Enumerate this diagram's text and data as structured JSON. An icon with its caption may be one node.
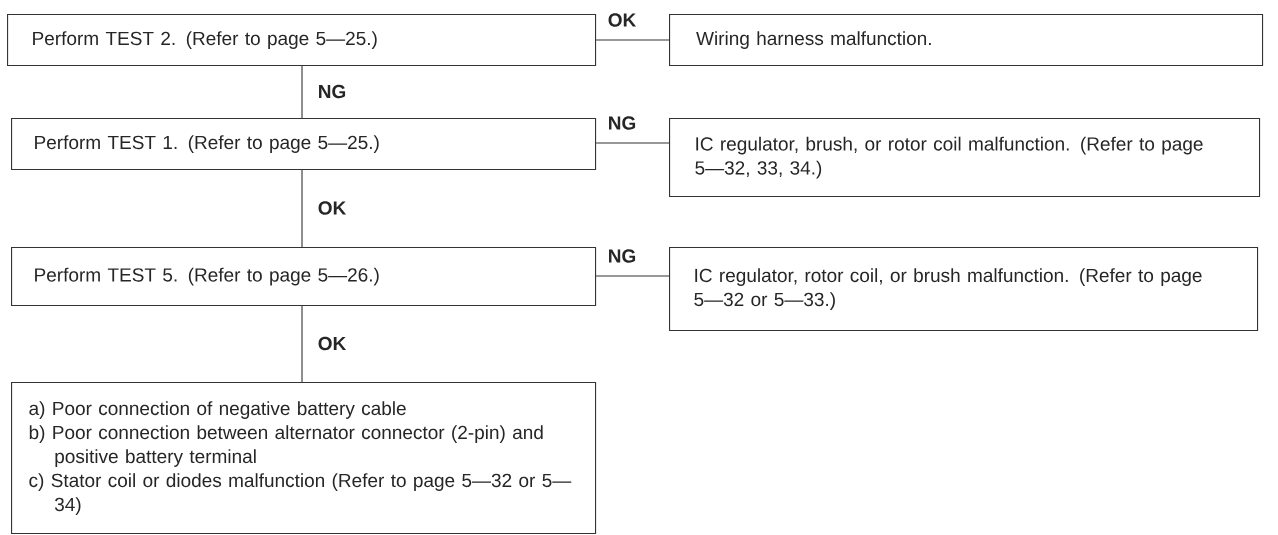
{
  "diagram": {
    "nodes": [
      {
        "text": [
          "Perform TEST 2. (Refer to page 5—25.)"
        ]
      },
      {
        "text": [
          "Wiring harness malfunction."
        ]
      },
      {
        "text": [
          "Perform TEST 1. (Refer to page 5—25.)"
        ]
      },
      {
        "text": [
          "IC regulator, brush, or rotor coil malfunction. (Refer to page 5—32, 33, 34.)"
        ]
      },
      {
        "text": [
          "Perform TEST 5. (Refer to page 5—26.)"
        ]
      },
      {
        "text": [
          "IC regulator, rotor coil, or brush malfunction. (Refer to page 5—32 or 5—33.)"
        ]
      },
      {
        "text": [
          "a) Poor connection of negative battery cable",
          "b) Poor connection between alternator connector (2-pin) and positive battery terminal",
          "c) Stator coil or diodes malfunction (Refer to page 5—32 or 5—34)"
        ]
      }
    ],
    "edges": [
      {
        "from": 0,
        "to": 1,
        "arrow": "none",
        "label": "OK"
      },
      {
        "from": 0,
        "to": 2,
        "arrow": "none",
        "label": "NG"
      },
      {
        "from": 2,
        "to": 3,
        "arrow": "none",
        "label": "NG"
      },
      {
        "from": 2,
        "to": 4,
        "arrow": "none",
        "label": "OK"
      },
      {
        "from": 4,
        "to": 5,
        "arrow": "none",
        "label": "NG"
      },
      {
        "from": 4,
        "to": 6,
        "arrow": "none",
        "label": "OK"
      }
    ]
  }
}
